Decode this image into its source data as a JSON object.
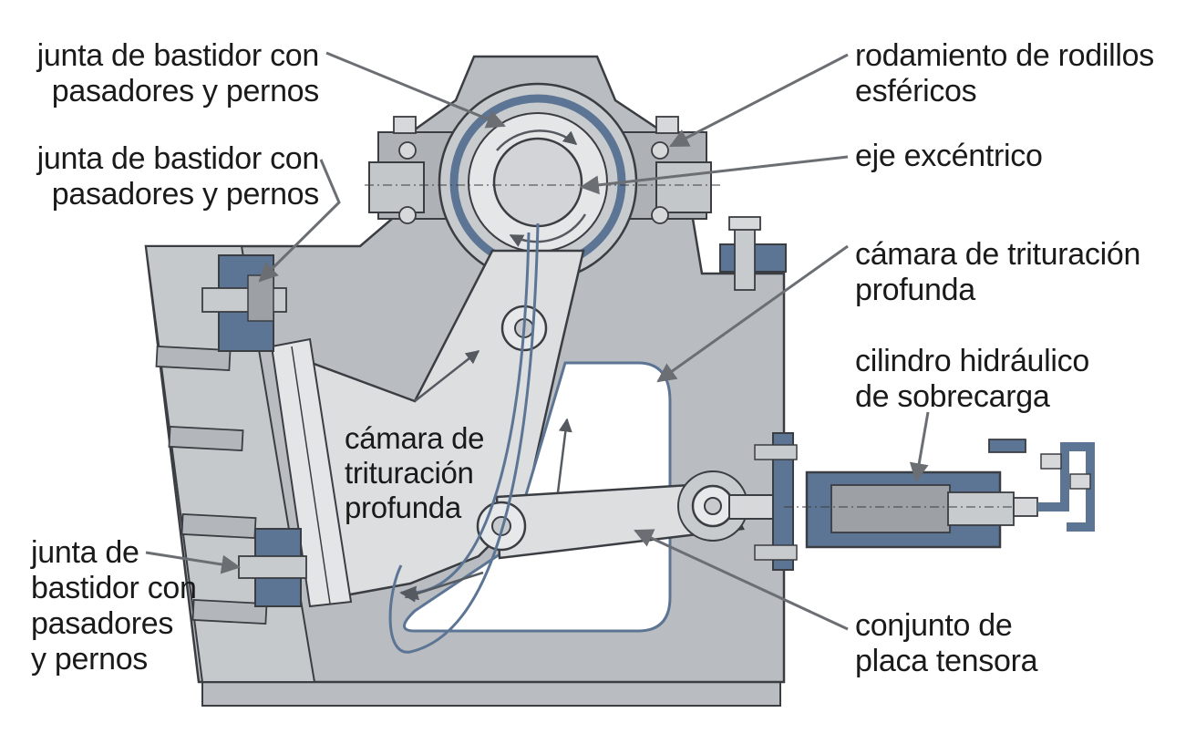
{
  "labels": {
    "frame_joint_top": [
      "junta de bastidor con",
      "pasadores y pernos"
    ],
    "frame_joint_mid": [
      "junta de bastidor con",
      "pasadores y pernos"
    ],
    "frame_joint_bottom": [
      "junta de",
      "bastidor con",
      "pasadores",
      "y pernos"
    ],
    "bearing": [
      "rodamiento de rodillos",
      "esféricos"
    ],
    "shaft": [
      "eje excéntrico"
    ],
    "chamber_right": [
      "cámara de trituración",
      "profunda"
    ],
    "cylinder": [
      "cilindro hidráulico",
      "de sobrecarga"
    ],
    "toggle": [
      "conjunto de",
      "placa tensora"
    ],
    "chamber_inner": [
      "cámara de",
      "trituración",
      "profunda"
    ]
  },
  "colors": {
    "frame": "#b9bcc0",
    "frame_dark": "#9da1a6",
    "jaw": "#dcdee0",
    "steel_blue": "#5d7594",
    "outline": "#3a3d42",
    "leader": "#6b6e73"
  }
}
